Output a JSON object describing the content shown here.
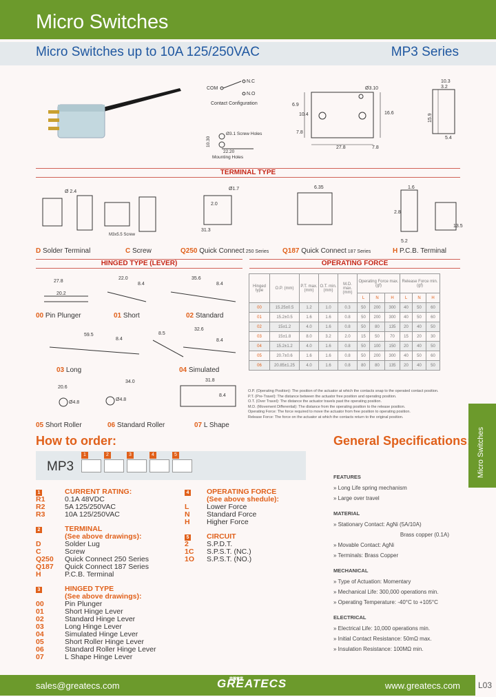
{
  "header": {
    "title": "Micro Switches"
  },
  "subheader": {
    "left": "Micro Switches up to 10A 125/250VAC",
    "right": "MP3 Series"
  },
  "top_drawings": {
    "contact": {
      "com": "COM",
      "nc": "N.C",
      "no": "N.O",
      "caption": "Contact Configuration"
    },
    "mount": {
      "screw": "Ø3.1 Screw Holes",
      "dim1": "10.30",
      "dim2": "22.20",
      "caption": "Mounting Holes"
    },
    "body": {
      "d1": "Ø3.10",
      "d2": "6.9",
      "d3": "10.4",
      "d4": "16.6",
      "d5": "7.8",
      "d6": "27.8",
      "d7": "7.8"
    },
    "side": {
      "d1": "10.3",
      "d2": "3.2",
      "d3": "15.9",
      "d4": "5.4"
    }
  },
  "terminal_type": {
    "heading": "TERMINAL TYPE",
    "items": [
      {
        "code": "D",
        "label": " Solder Terminal",
        "extra": ""
      },
      {
        "code": "C",
        "label": " Screw",
        "extra": ""
      },
      {
        "code": "Q250",
        "label": " Quick Connect",
        "extra": " 250 Series"
      },
      {
        "code": "Q187",
        "label": " Quick Connect",
        "extra": " 187 Series"
      },
      {
        "code": "H",
        "label": " P.C.B. Terminal",
        "extra": ""
      }
    ],
    "dims": {
      "d_24": "Ø 2.4",
      "c_17": "Ø1.7",
      "c_m3": "M3x5.5 Screw",
      "c_20": "2.0",
      "c_313": "31.3",
      "q_635": "6.35",
      "h_16": "1.6",
      "h_28": "2.8",
      "h_52": "5.2",
      "h_135": "13.5"
    }
  },
  "hinged_type": {
    "heading": "HINGED TYPE (LEVER)",
    "items": [
      {
        "code": "00",
        "label": " Pin Plunger"
      },
      {
        "code": "01",
        "label": " Short"
      },
      {
        "code": "02",
        "label": " Standard"
      },
      {
        "code": "03",
        "label": " Long"
      },
      {
        "code": "04",
        "label": " Simulated"
      },
      {
        "code": "05",
        "label": " Short Roller"
      },
      {
        "code": "06",
        "label": " Standard Roller"
      },
      {
        "code": "07",
        "label": " L Shape"
      }
    ],
    "dims": {
      "a": "27.8",
      "b": "20.2",
      "c": "22.0",
      "d": "8.4",
      "e": "35.6",
      "f": "8.4",
      "g": "59.5",
      "h": "8.4",
      "i": "8.5",
      "j": "32.6",
      "k": "8.4",
      "l": "20.6",
      "m": "Ø4.8",
      "n": "34.0",
      "o": "Ø4.8",
      "p": "31.8",
      "q": "8.4"
    }
  },
  "operating_force": {
    "heading": "OPERATING FORCE",
    "col_headers": [
      "Hinged type",
      "O.P. (mm)",
      "P.T. max. (mm)",
      "O.T. min. (mm)",
      "M.D. max. (mm)",
      "Operating Force max. (gf)",
      "Release Force min. (gf)"
    ],
    "lnh": [
      "L",
      "N",
      "H",
      "L",
      "N",
      "H"
    ],
    "rows": [
      [
        "00",
        "15.25±0.5",
        "1.2",
        "1.0",
        "0.3",
        "50",
        "200",
        "300",
        "40",
        "50",
        "60"
      ],
      [
        "01",
        "15.2±0.5",
        "1.6",
        "1.6",
        "0.8",
        "50",
        "200",
        "300",
        "40",
        "50",
        "60"
      ],
      [
        "02",
        "15±1.2",
        "4.0",
        "1.6",
        "0.8",
        "50",
        "80",
        "135",
        "20",
        "40",
        "50"
      ],
      [
        "03",
        "15±1.8",
        "8.0",
        "3.2",
        "2.0",
        "15",
        "50",
        "70",
        "15",
        "20",
        "30"
      ],
      [
        "04",
        "15.2±1.2",
        "4.0",
        "1.6",
        "0.8",
        "50",
        "100",
        "150",
        "20",
        "40",
        "50"
      ],
      [
        "05",
        "20.7±0.6",
        "1.6",
        "1.6",
        "0.8",
        "50",
        "200",
        "300",
        "40",
        "50",
        "60"
      ],
      [
        "06",
        "20.85±1.25",
        "4.0",
        "1.6",
        "0.8",
        "80",
        "80",
        "135",
        "20",
        "40",
        "50"
      ]
    ],
    "notes": [
      "O.P. (Operating Position): The position of the actuator at which the contacts snap to the operated contact position.",
      "P.T. (Pre-Travel): The distance between the actuator free position and operating position.",
      "O.T. (Over Travel): The distance the actuator travels past the operating position.",
      "M.D. (Movement Differential): The distance from the operating position to the release position.",
      "Operating Force: The force required to move the actuator from free position to operating position.",
      "Release Force: The force on the actuator at which the contacts return to the original position."
    ]
  },
  "how_to_order": {
    "heading": "How to order:",
    "prefix": "MP3",
    "slots": [
      "1",
      "2",
      "3",
      "4",
      "5"
    ],
    "current": {
      "num": "1",
      "title": "CURRENT RATING:",
      "rows": [
        {
          "k": "R1",
          "v": "0.1A 48VDC"
        },
        {
          "k": "R2",
          "v": "5A 125/250VAC"
        },
        {
          "k": "R3",
          "v": "10A 125/250VAC"
        }
      ]
    },
    "terminal": {
      "num": "2",
      "title": "TERMINAL",
      "sub": "(See above drawings):",
      "rows": [
        {
          "k": "D",
          "v": "Solder Lug"
        },
        {
          "k": "C",
          "v": "Screw"
        },
        {
          "k": "Q250",
          "v": "Quick Connect 250 Series"
        },
        {
          "k": "Q187",
          "v": "Quick Connect 187 Series"
        },
        {
          "k": "H",
          "v": "P.C.B. Terminal"
        }
      ]
    },
    "hinged": {
      "num": "3",
      "title": "HINGED TYPE",
      "sub": "(See above drawings):",
      "rows": [
        {
          "k": "00",
          "v": "Pin Plunger"
        },
        {
          "k": "01",
          "v": "Short Hinge Lever"
        },
        {
          "k": "02",
          "v": "Standard Hinge Lever"
        },
        {
          "k": "03",
          "v": "Long Hinge Lever"
        },
        {
          "k": "04",
          "v": "Simulated Hinge Lever"
        },
        {
          "k": "05",
          "v": "Short Roller Hinge Lever"
        },
        {
          "k": "06",
          "v": "Standard Roller Hinge Lever"
        },
        {
          "k": "07",
          "v": "L Shape Hinge Lever"
        }
      ]
    },
    "force": {
      "num": "4",
      "title": "OPERATING FORCE",
      "sub": "(See above shedule):",
      "rows": [
        {
          "k": "L",
          "v": "Lower Force"
        },
        {
          "k": "N",
          "v": "Standard Force"
        },
        {
          "k": "H",
          "v": "Higher Force"
        }
      ]
    },
    "circuit": {
      "num": "5",
      "title": "CIRCUIT",
      "rows": [
        {
          "k": "2",
          "v": "S.P.D.T."
        },
        {
          "k": "1C",
          "v": "S.P.S.T. (NC.)"
        },
        {
          "k": "1O",
          "v": "S.P.S.T. (NO.)"
        }
      ]
    }
  },
  "general_specs": {
    "heading": "General Specifications:",
    "features": {
      "title": "FEATURES",
      "items": [
        "» Long Life spring mechanism",
        "» Large over travel"
      ]
    },
    "material": {
      "title": "MATERIAL",
      "items": [
        "» Stationary Contact: AgNi (5A/10A)",
        "Brass copper (0.1A)",
        "» Movable Contact: AgNi",
        "» Terminals: Brass Copper"
      ]
    },
    "mechanical": {
      "title": "MECHANICAL",
      "items": [
        "» Type of Actuation: Momentary",
        "» Mechanical Life: 300,000 operations min.",
        "» Operating Temperature: -40°C to +105°C"
      ]
    },
    "electrical": {
      "title": "ELECTRICAL",
      "items": [
        "» Electrical Life: 10,000 operations min.",
        "» Initial Contact Resistance: 50mΩ max.",
        "» Insulation Resistance: 100MΩ min."
      ]
    }
  },
  "side_tab": "Micro Switches",
  "footer": {
    "email": "sales@greatecs.com",
    "logo": "GREATECS",
    "logo_sub": "鼎騰實業",
    "website": "www.greatecs.com",
    "page": "L03"
  },
  "colors": {
    "green": "#6c9a2c",
    "blue": "#1f57a0",
    "orange": "#e0601a",
    "red": "#c52617",
    "light": "#e4e9ec"
  }
}
